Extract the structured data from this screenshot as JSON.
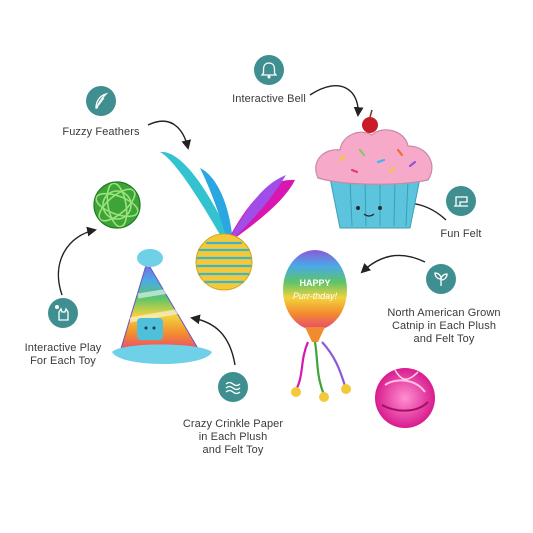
{
  "features": {
    "bell": {
      "icon": "bell-icon",
      "lines": [
        "Interactive Bell"
      ]
    },
    "feathers": {
      "icon": "feather-icon",
      "lines": [
        "Fuzzy Feathers"
      ]
    },
    "felt": {
      "icon": "sewing-machine-icon",
      "lines": [
        "Fun Felt"
      ]
    },
    "catnip": {
      "icon": "leaf-sprout-icon",
      "lines": [
        "North American Grown",
        "Catnip in Each Plush",
        "and Felt Toy"
      ]
    },
    "play": {
      "icon": "cat-play-icon",
      "lines": [
        "Interactive Play",
        "For Each Toy"
      ]
    },
    "crinkle": {
      "icon": "crinkle-waves-icon",
      "lines": [
        "Crazy Crinkle Paper",
        "in Each Plush",
        "and Felt Toy"
      ]
    }
  },
  "balloon_text": [
    "HAPPY",
    "Purr-thday!"
  ],
  "colors": {
    "icon_teal": "#3f8f91",
    "arrow": "#222222",
    "label": "#3a3a3a"
  }
}
